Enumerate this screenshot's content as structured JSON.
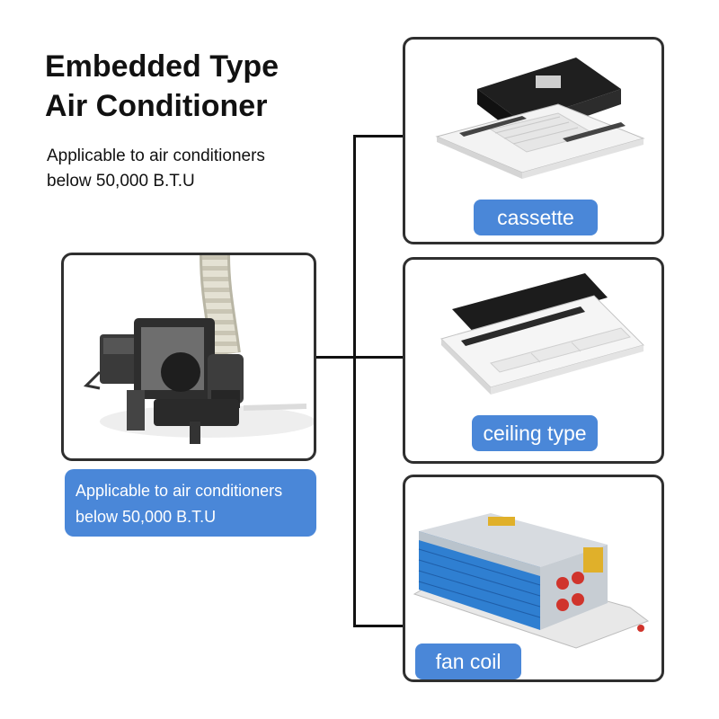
{
  "heading": {
    "title_line1": "Embedded Type",
    "title_line2": "Air Conditioner",
    "subtitle_line1": "Applicable to air conditioners",
    "subtitle_line2": "below 50,000 B.T.U"
  },
  "pump_panel": {
    "image_icon": "condensate-pump-icon",
    "note_line1": "Applicable to air conditioners",
    "note_line2": "below 50,000 B.T.U"
  },
  "units": [
    {
      "label": "cassette",
      "image_icon": "cassette-ac-icon"
    },
    {
      "label": "ceiling type",
      "image_icon": "ceiling-ac-icon"
    },
    {
      "label": "fan coil",
      "image_icon": "fan-coil-icon"
    }
  ],
  "colors": {
    "accent": "#4a87d8",
    "border": "#2f2f2f",
    "connector": "#111111"
  }
}
